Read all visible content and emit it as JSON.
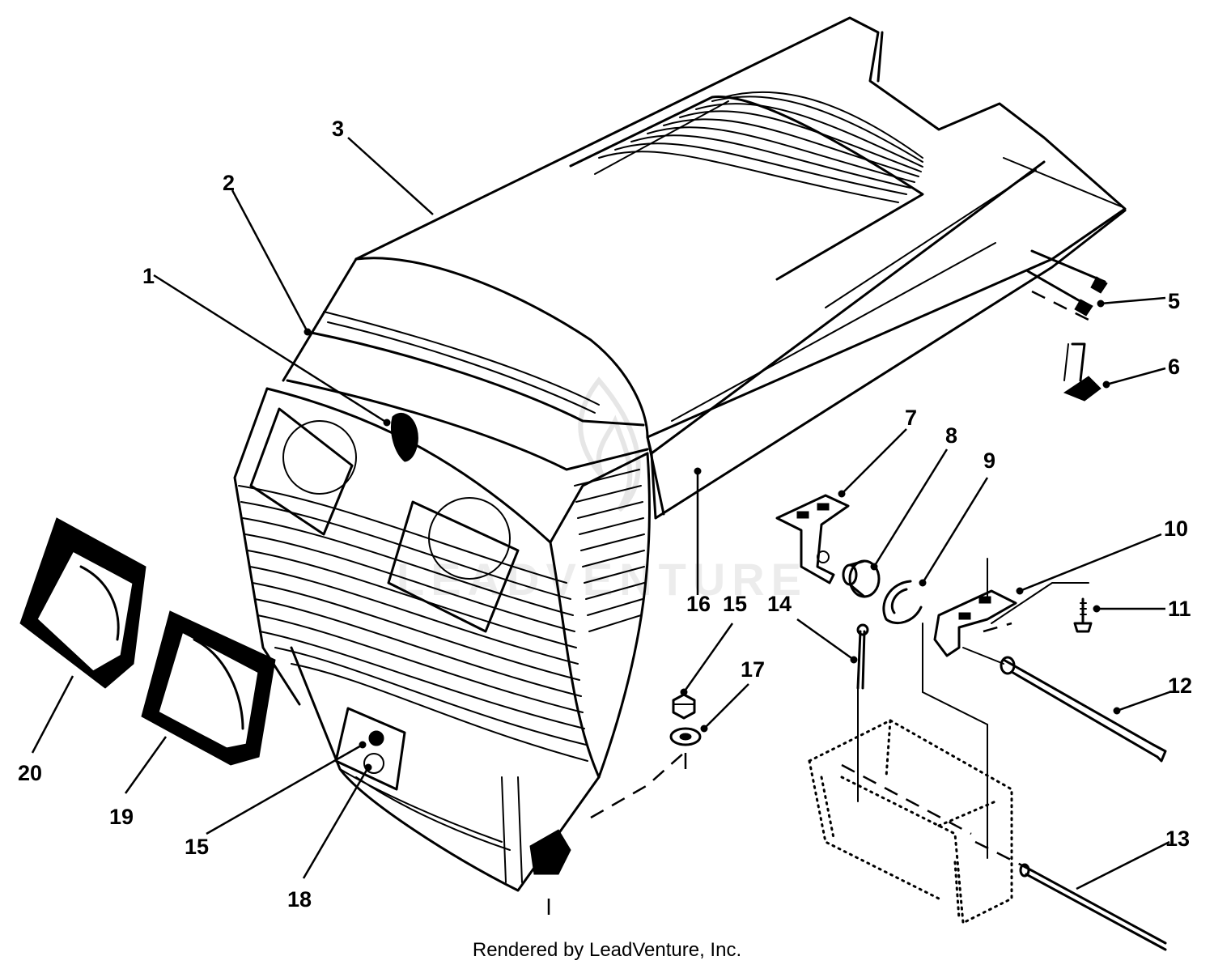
{
  "watermark": {
    "text": "LEADVENTURE"
  },
  "footer": {
    "credit": "Rendered by LeadVenture, Inc."
  },
  "callouts": [
    {
      "id": "1",
      "label": "1"
    },
    {
      "id": "2",
      "label": "2"
    },
    {
      "id": "3",
      "label": "3"
    },
    {
      "id": "5",
      "label": "5"
    },
    {
      "id": "6",
      "label": "6"
    },
    {
      "id": "7",
      "label": "7"
    },
    {
      "id": "8",
      "label": "8"
    },
    {
      "id": "9",
      "label": "9"
    },
    {
      "id": "10",
      "label": "10"
    },
    {
      "id": "11",
      "label": "11"
    },
    {
      "id": "12",
      "label": "12"
    },
    {
      "id": "13",
      "label": "13"
    },
    {
      "id": "14",
      "label": "14"
    },
    {
      "id": "15a",
      "label": "15"
    },
    {
      "id": "15b",
      "label": "15"
    },
    {
      "id": "16",
      "label": "16"
    },
    {
      "id": "17",
      "label": "17"
    },
    {
      "id": "18",
      "label": "18"
    },
    {
      "id": "19",
      "label": "19"
    },
    {
      "id": "20",
      "label": "20"
    }
  ]
}
